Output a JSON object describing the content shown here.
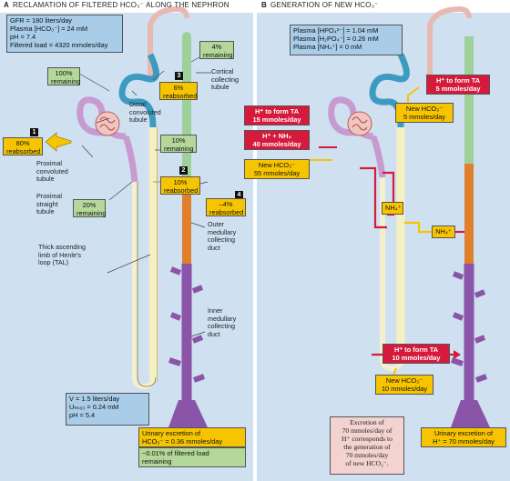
{
  "panel_a": {
    "letter": "A",
    "title": "RECLAMATION OF FILTERED HCO₃⁻ ALONG THE NEPHRON",
    "params": [
      "GFR = 180 liters/day",
      "Plasma [HCO₃⁻] = 24 mM",
      "pH = 7.4",
      "Filtered load = 4320 mmoles/day"
    ],
    "remaining_100": [
      "100%",
      "remaining"
    ],
    "remaining_4": [
      "4%",
      "remaining"
    ],
    "reabsorbed_6": [
      "6%",
      "reabsorbed"
    ],
    "reabsorbed_80": [
      "80%",
      "reabsorbed"
    ],
    "remaining_10": [
      "10%",
      "remaining"
    ],
    "reabsorbed_10": [
      "10%",
      "reabsorbed"
    ],
    "reabsorbed_neg4": [
      "–4%",
      "reabsorbed"
    ],
    "remaining_20": [
      "20%",
      "remaining"
    ],
    "urine_params": [
      "V = 1.5 liters/day",
      "Uₕₖₒ₃ = 0.24 mM",
      "pH = 5.4"
    ],
    "urine_excretion": [
      "Urinary excretion of",
      "HCO₃⁻ = 0.36 mmoles/day"
    ],
    "urine_remaining": [
      "~0.01% of filtered load",
      "remaining"
    ],
    "steps": [
      "1",
      "2",
      "3",
      "4"
    ],
    "labels": {
      "cortical_collecting": [
        "Cortical",
        "collecting",
        "tubule"
      ],
      "distal": [
        "Distal",
        "convoluted",
        "tubule"
      ],
      "pct": [
        "Proximal",
        "convoluted",
        "tubule"
      ],
      "pst": [
        "Proximal",
        "straight",
        "tubule"
      ],
      "tal": [
        "Thick ascending",
        "limb of Henle's",
        "loop (TAL)"
      ],
      "omcd": [
        "Outer",
        "medullary",
        "collecting",
        "duct"
      ],
      "imcd": [
        "Inner",
        "medullary",
        "collecting",
        "duct"
      ]
    }
  },
  "panel_b": {
    "letter": "B",
    "title": "GENERATION OF NEW HCO₃⁻",
    "params": [
      "Plasma [HPO₄²⁻] = 1.04 mM",
      "Plasma [H₂PO₄⁻] = 0.26 mM",
      "Plasma [NH₄⁺] = 0 mM"
    ],
    "ta_5": [
      "H⁺ to form TA",
      "5 mmoles/day"
    ],
    "new_5": [
      "New HCO₃⁻",
      "5 mmoles/day"
    ],
    "ta_15": [
      "H⁺ to form TA",
      "15 mmoles/day"
    ],
    "nh3_40": [
      "H⁺ + NH₃",
      "40 mmoles/day"
    ],
    "new_55": [
      "New HCO₃⁻",
      "55 mmoles/day"
    ],
    "nh4_a": "NH₄⁺",
    "nh4_b": "NH₄⁺",
    "ta_10": [
      "H⁺ to form TA",
      "10 mmoles/day"
    ],
    "new_10": [
      "New HCO₃⁻",
      "10 mmoles/day"
    ],
    "note": [
      "Excretion of",
      "70 mmoles/day of",
      "H⁺ corresponds to",
      "the generation of",
      "70 mmoles/day",
      "of new HCO₃⁻."
    ],
    "urine_h": [
      "Urinary excretion of",
      "H⁺ = 70 mmoles/day"
    ]
  },
  "colors": {
    "panel_bg": "#cfe0f1",
    "proximal": "#c79ad0",
    "loop": "#f3efcf",
    "tal": "#f6efbf",
    "distal": "#3d9bc1",
    "collecting_cortex": "#9ed19a",
    "collecting_outer": "#e07f2c",
    "collecting_inner": "#8a55a8",
    "acid_red": "#d61a3c",
    "bicarb_yellow": "#f6c400",
    "remaining_green": "#b3d89a"
  }
}
